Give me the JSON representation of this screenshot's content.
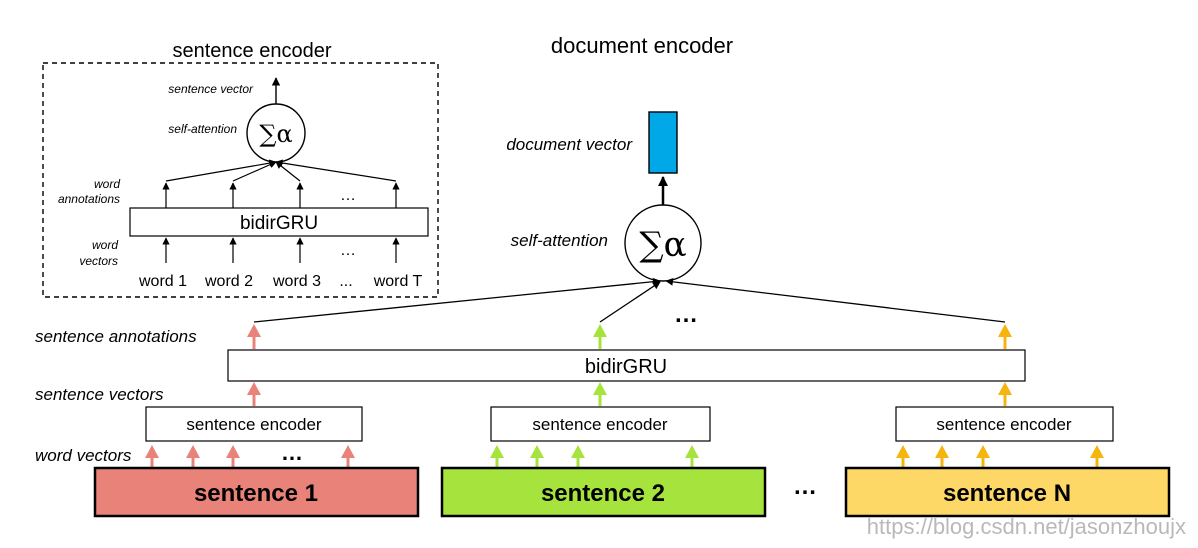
{
  "diagram": {
    "doc_title": "document encoder",
    "doc_vector_label": "document vector",
    "doc_attention_label": "self-attention",
    "sum_symbol": "∑α",
    "ellipsis": "…",
    "left_labels": {
      "annotations": "sentence annotations",
      "vectors": "sentence vectors",
      "words": "word vectors"
    },
    "bidirgru": "bidirGRU",
    "sentence_encoder_label": "sentence encoder",
    "sentences": [
      {
        "label": "sentence 1",
        "fill": "#e9837a",
        "arrow": "#e9837a"
      },
      {
        "label": "sentence 2",
        "fill": "#a6e43d",
        "arrow": "#a6e43d"
      },
      {
        "label": "sentence N",
        "fill": "#fdd866",
        "arrow": "#f6b40f"
      }
    ],
    "doc_vector_color": "#00a8e8",
    "inset": {
      "title": "sentence encoder",
      "sentence_vector": "sentence vector",
      "self_attention": "self-attention",
      "word_annotations_1": "word",
      "word_annotations_2": "annotations",
      "word_vectors_1": "word",
      "word_vectors_2": "vectors",
      "bidirgru": "bidirGRU",
      "words": [
        "word 1",
        "word 2",
        "word 3",
        "...",
        "word T"
      ]
    },
    "watermark": "https://blog.csdn.net/jasonzhoujx"
  }
}
